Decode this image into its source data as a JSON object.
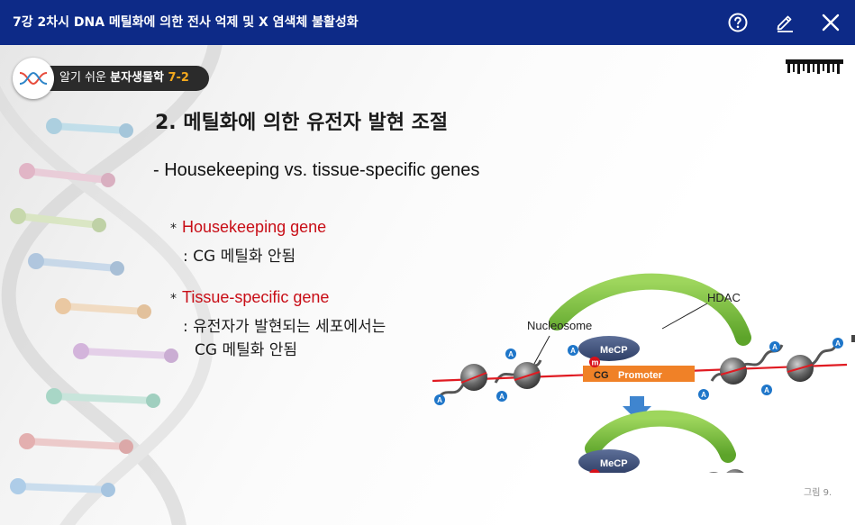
{
  "window": {
    "title": "7강 2차시 DNA 메틸화에 의한 전사 억제 및 X 염색체 불활성화",
    "help_icon": "question-circle-icon",
    "edit_icon": "pencil-icon",
    "close_icon": "close-icon"
  },
  "badge": {
    "prefix": "알기 쉬운 ",
    "course": "분자생물학 ",
    "number": "7-2",
    "logo_icon": "dna-helix-icon"
  },
  "slide": {
    "heading": "2. 메틸화에 의한 유전자 발현 조절",
    "subheading": "- Housekeeping vs. tissue-specific genes",
    "items": [
      {
        "bullet": "*",
        "title": "Housekeeping gene",
        "lines": [
          ": CG 메틸화 안됨"
        ]
      },
      {
        "bullet": "*",
        "title": "Tissue-specific gene",
        "lines": [
          ": 유전자가 발현되는 세포에서는",
          "CG 메틸화 안됨"
        ]
      }
    ],
    "caption": "그림 9."
  },
  "diagram": {
    "labels": {
      "hdac": "HDAC",
      "nucleosome": "Nucleosome",
      "mecp": "MeCP",
      "m": "m",
      "cg": "CG",
      "promoter": "Promoter",
      "a": "A"
    },
    "colors": {
      "hdac": "#7cc13e",
      "mecp": "#3b4e7c",
      "promoter": "#f08127",
      "m_mark": "#d8111a",
      "dna_line": "#e01b22",
      "acetyl": "#1f76c9",
      "arrow": "#3f85cf"
    }
  },
  "colors": {
    "titlebar": "#0d2a87",
    "accent_red": "#c80d16",
    "badge_number": "#f3a81d"
  }
}
